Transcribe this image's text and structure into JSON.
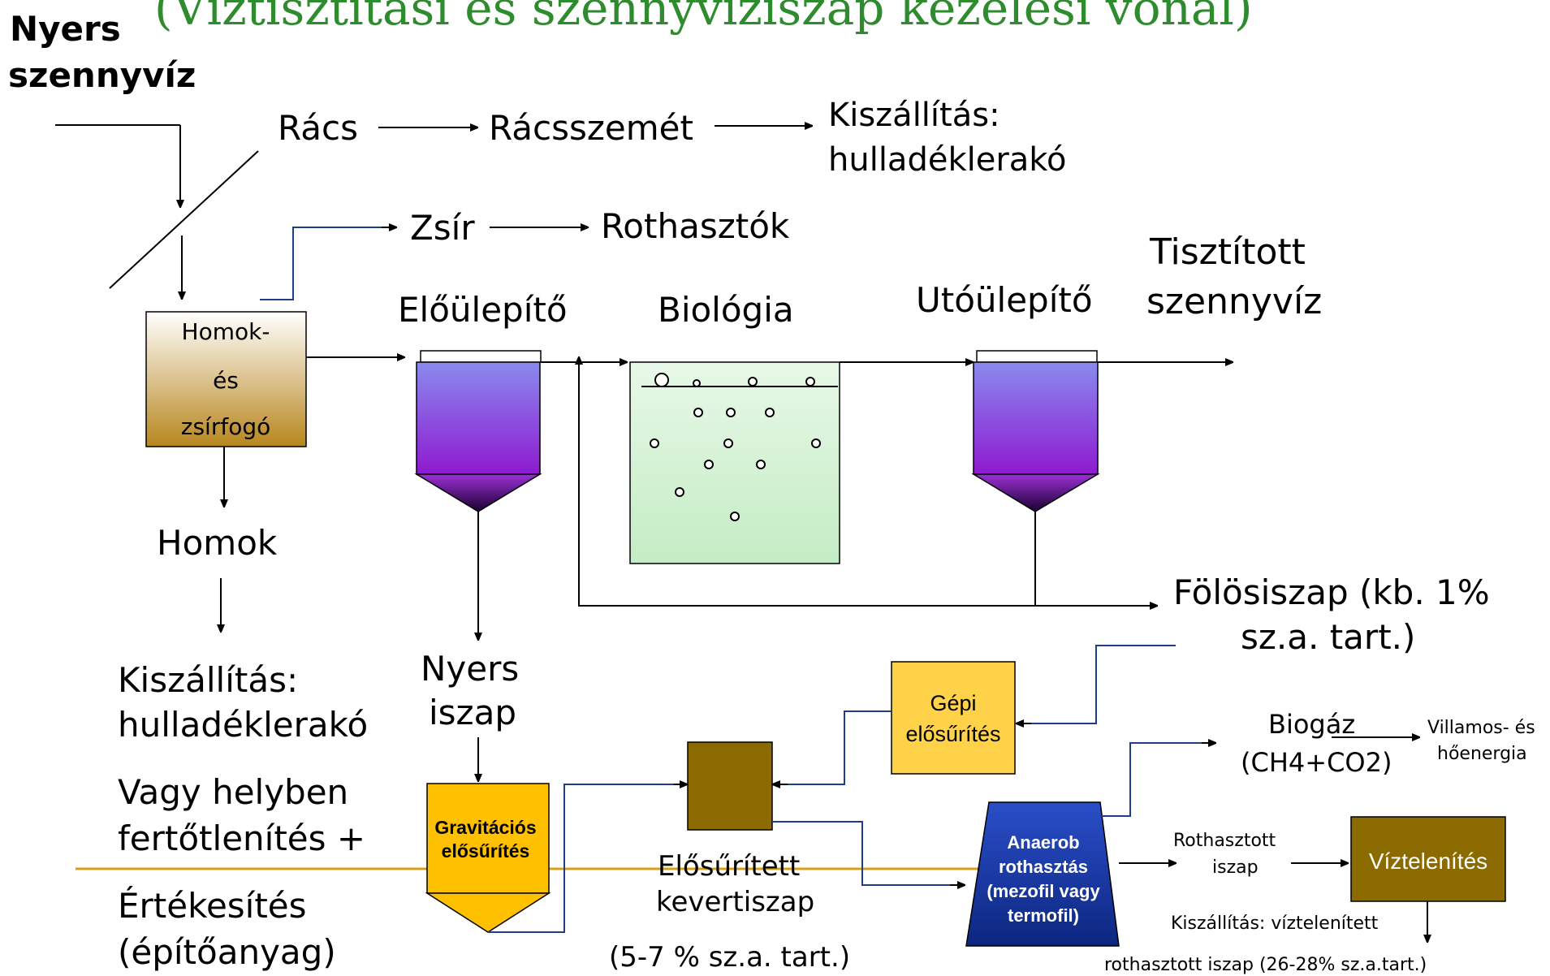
{
  "title": "(Víztisztítási és szennyvíziszap kezelési vonal)",
  "labels": {
    "nyers_szennyviz_1": "Nyers",
    "nyers_szennyviz_2": "szennyvíz",
    "racs": "Rács",
    "racsszemet": "Rácsszemét",
    "kiszallitas_1a": "Kiszállítás:",
    "kiszallitas_1b": "hulladéklerakó",
    "zsir": "Zsír",
    "rothasztok": "Rothasztók",
    "tisztitott_1": "Tisztított",
    "tisztitott_2": "szennyvíz",
    "elouleptito": "Előülepítő",
    "biologia": "Biológia",
    "utouleptito": "Utóülepítő",
    "homok_box_1": "Homok-",
    "homok_box_2": "és",
    "homok_box_3": "zsírfogó",
    "homok": "Homok",
    "kiszallitas_2a": "Kiszállítás:",
    "kiszallitas_2b": "hulladéklerakó",
    "vagy_1": "Vagy helyben",
    "vagy_2": "fertőtlenítés +",
    "ertekesites_1": "Értékesítés",
    "ertekesites_2": "(építőanyag)",
    "nyers_iszap_1": "Nyers",
    "nyers_iszap_2": "iszap",
    "folosiszap_1": "Fölösiszap (kb. 1%",
    "folosiszap_2": "sz.a. tart.)",
    "gepi_1": "Gépi",
    "gepi_2": "elősűrítés",
    "gravitacios_1": "Gravitációs",
    "gravitacios_2": "elősűrítés",
    "elosuritett_1": "Elősűrített",
    "elosuritett_2": "kevertiszap",
    "elosuritett_3": "(5-7 % sz.a. tart.)",
    "biogaz_1": "Biogáz",
    "biogaz_2": "(CH4+CO2)",
    "villamos_1": "Villamos- és",
    "villamos_2": "hőenergia",
    "anaerob_1": "Anaerob",
    "anaerob_2": "rothasztás",
    "anaerob_3": "(mezofil vagy",
    "anaerob_4": "termofil)",
    "rothasztott_1": "Rothasztott",
    "rothasztott_2": "iszap",
    "viztelenites": "Víztelenítés",
    "kiszallitas_3a": "Kiszállítás: víztelenített",
    "kiszallitas_3b": "rothasztott iszap (26-28% sz.a.tart.)"
  },
  "colors": {
    "title": "#2e8b2e",
    "clarifier_top": "#8a8aee",
    "clarifier_bottom": "#8e1ad0",
    "clarifier_cone": "#3a0050",
    "biology_fill": "#ccefcc",
    "sand_top": "#ffffff",
    "sand_bottom": "#b8861e",
    "thickener": "#ffc000",
    "mixer": "#8b6a00",
    "digester": "#1a3aa8",
    "dewatering": "#8b6a00",
    "blue_line": "#1f3c88",
    "gold_line": "#d4a017"
  }
}
